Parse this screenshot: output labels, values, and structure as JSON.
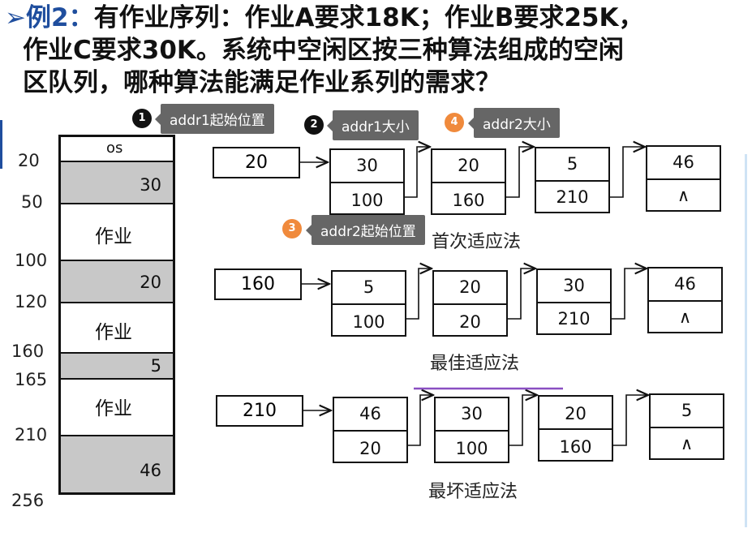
{
  "title": {
    "arrow": "➢",
    "label": "例2：",
    "line1_rest": "有作业序列：作业A要求18K；作业B要求25K，",
    "line2": "作业C要求30K。系统中空闲区按三种算法组成的空闲",
    "line3": "区队列，哪种算法能满足作业系列的需求？"
  },
  "memory": {
    "ticks": [
      "20",
      "50",
      "100",
      "120",
      "160",
      "165",
      "210",
      "256"
    ],
    "blocks": [
      {
        "label": "os",
        "kind": "os"
      },
      {
        "label": "30",
        "kind": "free"
      },
      {
        "label": "作业",
        "kind": "job"
      },
      {
        "label": "20",
        "kind": "free"
      },
      {
        "label": "作业",
        "kind": "job"
      },
      {
        "label": "5",
        "kind": "free"
      },
      {
        "label": "作业",
        "kind": "job"
      },
      {
        "label": "46",
        "kind": "free"
      }
    ]
  },
  "queues": [
    {
      "head": "20",
      "caption": "首次适应法",
      "nodes": [
        [
          "30",
          "100"
        ],
        [
          "20",
          "160"
        ],
        [
          "5",
          "210"
        ],
        [
          "46",
          "∧"
        ]
      ]
    },
    {
      "head": "160",
      "caption": "最佳适应法",
      "nodes": [
        [
          "5",
          "100"
        ],
        [
          "20",
          "20"
        ],
        [
          "30",
          "210"
        ],
        [
          "46",
          "∧"
        ]
      ]
    },
    {
      "head": "210",
      "caption": "最坏适应法",
      "nodes": [
        [
          "46",
          "20"
        ],
        [
          "30",
          "100"
        ],
        [
          "20",
          "160"
        ],
        [
          "5",
          "∧"
        ]
      ]
    }
  ],
  "annotations": [
    {
      "num": "1",
      "text": "addr1起始位置"
    },
    {
      "num": "2",
      "text": "addr1大小"
    },
    {
      "num": "4",
      "text": "addr2大小"
    },
    {
      "num": "3",
      "text": "addr2起始位置"
    }
  ],
  "colors": {
    "title_accent": "#1f4e9e",
    "free_block": "#c8c8c8",
    "badge_orange": "#f08a3c",
    "tooltip_bg": "#666666",
    "underline": "#8a4fc2"
  }
}
